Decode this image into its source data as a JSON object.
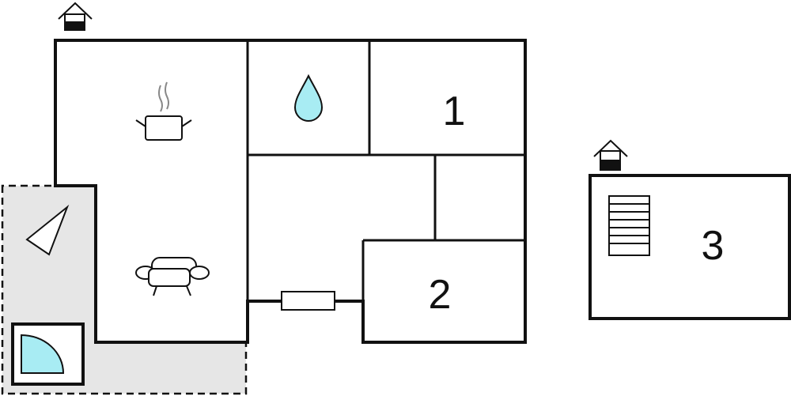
{
  "colors": {
    "wall": "#111111",
    "terrace": "#e6e6e6",
    "water": "#a8ecf3",
    "background": "#ffffff"
  },
  "rooms": [
    {
      "label": "1"
    },
    {
      "label": "2"
    },
    {
      "label": "3"
    }
  ],
  "icons": [
    "entrance-house-icon",
    "cooking-pot-icon",
    "water-drop-icon",
    "sofa-icon",
    "parasol-icon",
    "pool-icon",
    "stairs-icon",
    "radiator-icon"
  ]
}
